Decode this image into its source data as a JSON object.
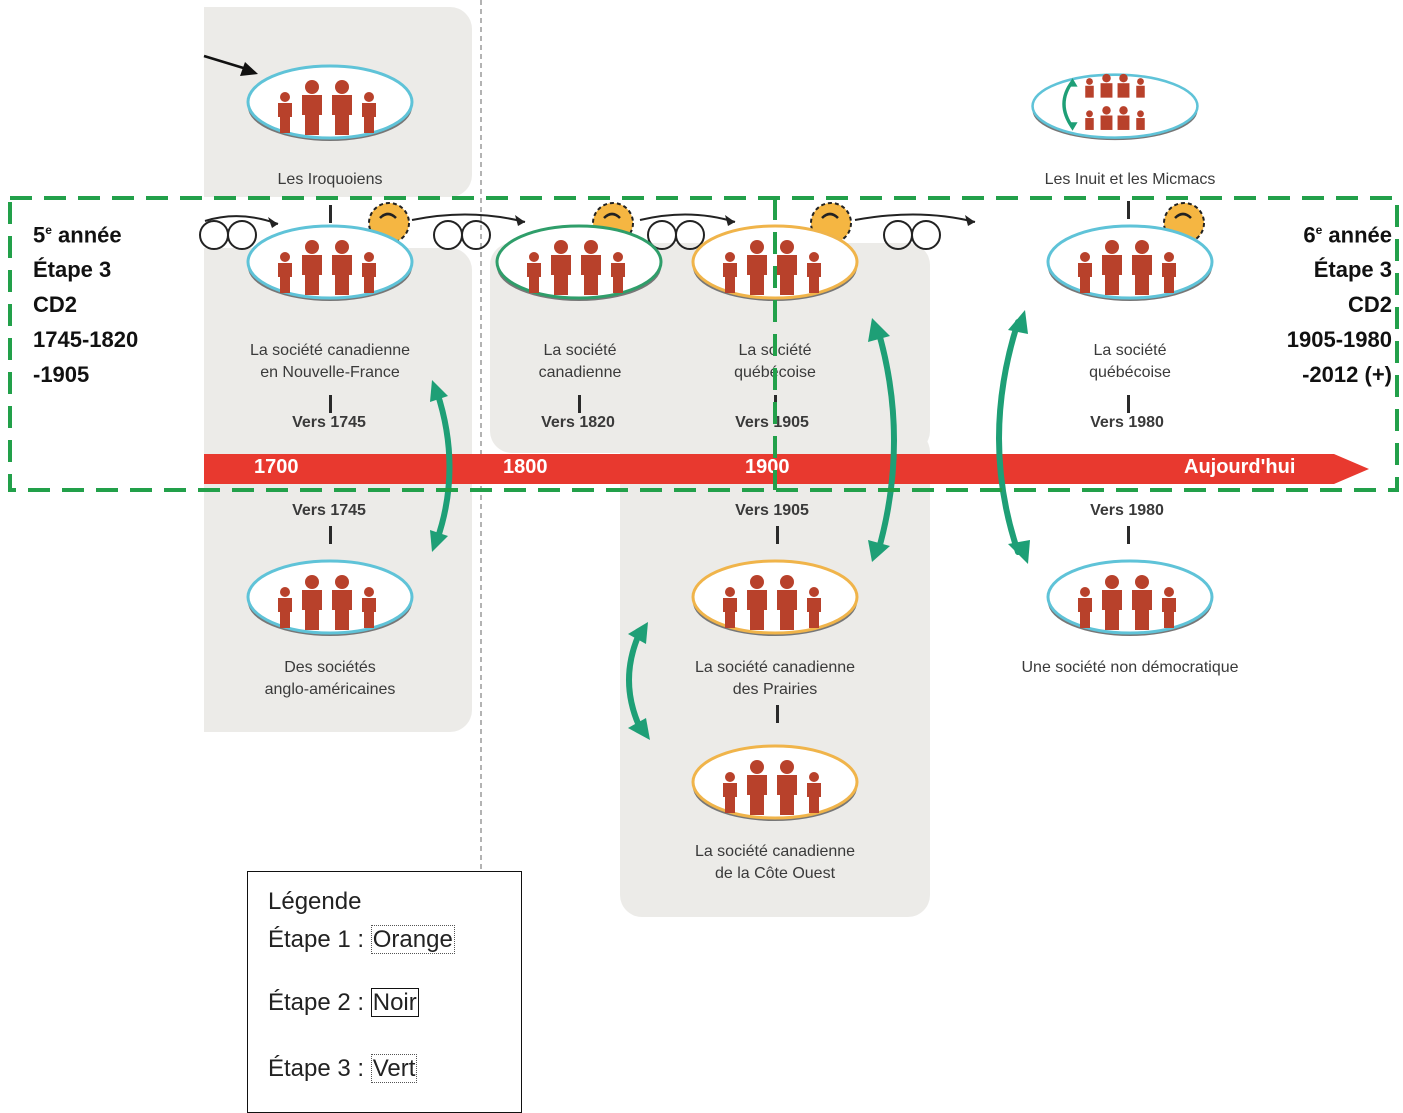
{
  "side_left": {
    "line1_num": "5",
    "line1_sup": "e",
    "line1_rest": " année",
    "line2": "Étape 3",
    "line3": "CD2",
    "line4": "1745-1820",
    "line5": "-1905"
  },
  "side_right": {
    "line1_num": "6",
    "line1_sup": "e",
    "line1_rest": " année",
    "line2": "Étape 3",
    "line3": "CD2",
    "line4": "1905-1980",
    "line5": "-2012 (+)"
  },
  "timeline": {
    "t1700": "1700",
    "t1800": "1800",
    "t1900": "1900",
    "today": "Aujourd'hui"
  },
  "societies": {
    "iroquoiens": "Les Iroquoiens",
    "inuit_micmacs": "Les Inuit et les Micmacs",
    "nouvelle_france": "La société canadienne\nen Nouvelle-France",
    "canadienne_1820": "La société\ncanadienne",
    "quebecoise_1905": "La société\nquébécoise",
    "quebecoise_1980": "La société\nquébécoise",
    "anglo_americaines": "Des sociétés\nanglo-américaines",
    "prairies": "La société canadienne\ndes Prairies",
    "cote_ouest": "La société canadienne\nde la Côte Ouest",
    "non_democratique": "Une société non démocratique"
  },
  "dates": {
    "nf": "Vers 1745",
    "c1820": "Vers 1820",
    "q1905": "Vers 1905",
    "q1980": "Vers 1980",
    "aa": "Vers 1745",
    "pr": "Vers 1905",
    "nd": "Vers 1980"
  },
  "legend": {
    "title": "Légende",
    "e1_prefix": "Étape 1 : ",
    "e1_value": "Orange",
    "e2_prefix": "Étape 2 : ",
    "e2_value": "Noir",
    "e3_prefix": "Étape 3 : ",
    "e3_value": "Vert"
  },
  "colors": {
    "timeline": "#e8392f",
    "people": "#b8412b",
    "ring_blue": "#5fc3d8",
    "ring_green": "#2f9e6a",
    "ring_orange": "#f0b44a",
    "arrow_green": "#1e9f76",
    "dash_green": "#22a04a",
    "gear": "#f5b642"
  }
}
